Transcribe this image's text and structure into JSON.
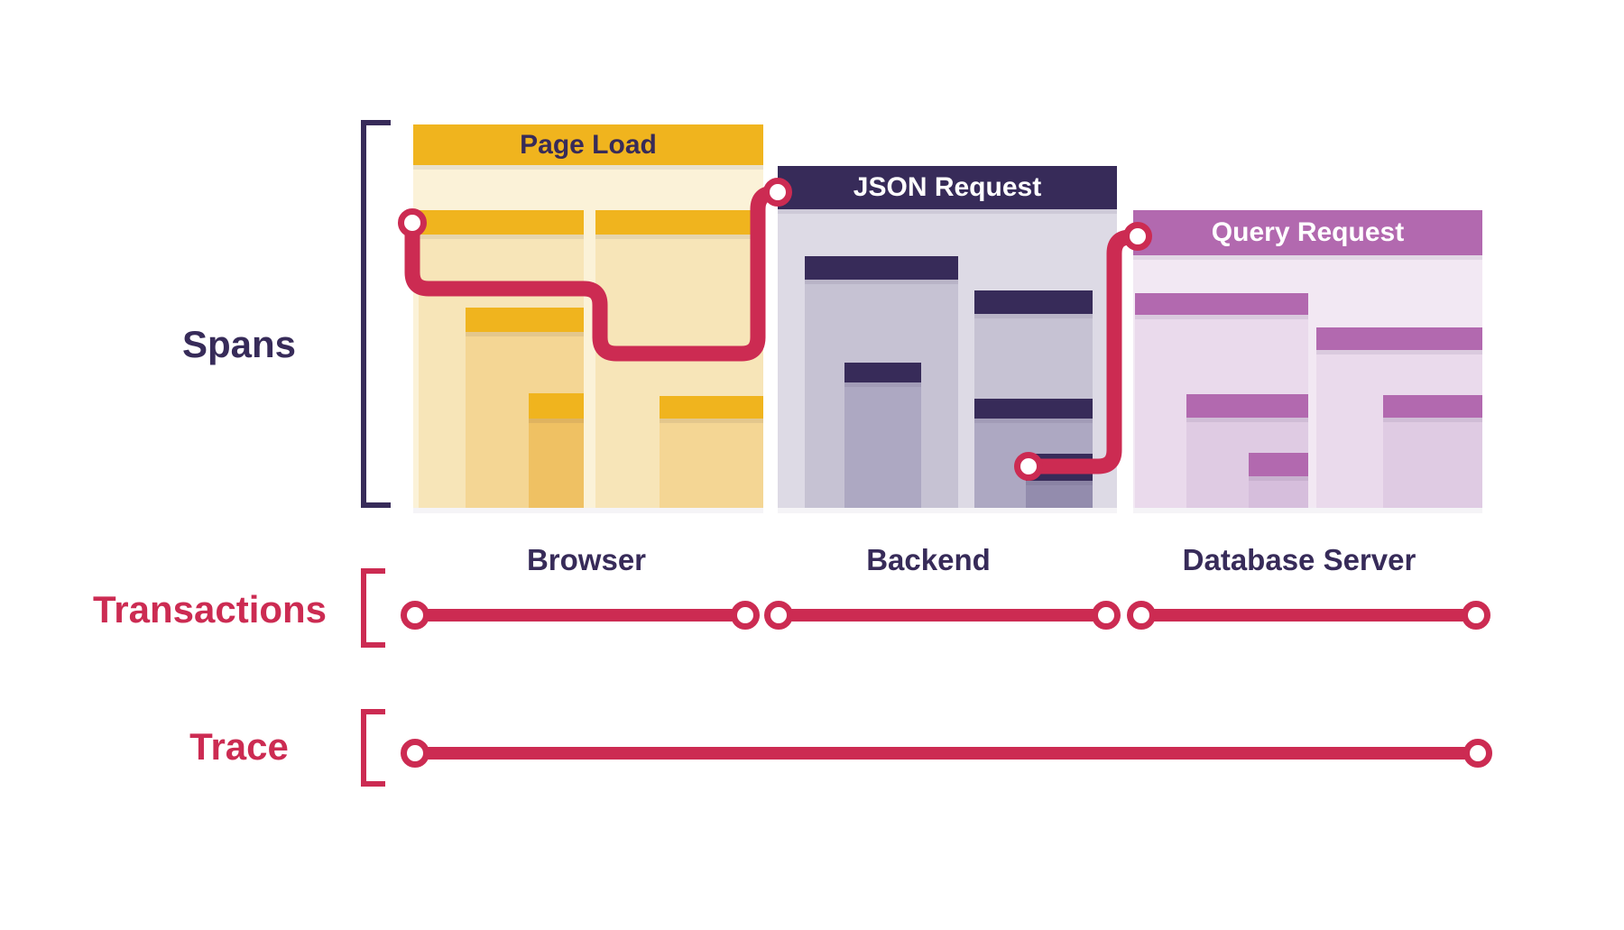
{
  "colors": {
    "crimson": "#CC2B52",
    "navy": "#372B59",
    "gold": "#F0B41E",
    "purple": "#B269AF",
    "background": "#FFFFFF"
  },
  "row_labels": {
    "spans": "Spans",
    "transactions": "Transactions",
    "trace": "Trace"
  },
  "columns": [
    {
      "machine": "Browser",
      "transaction": "Page Load"
    },
    {
      "machine": "Backend",
      "transaction": "JSON Request"
    },
    {
      "machine": "Database Server",
      "transaction": "Query Request"
    }
  ]
}
